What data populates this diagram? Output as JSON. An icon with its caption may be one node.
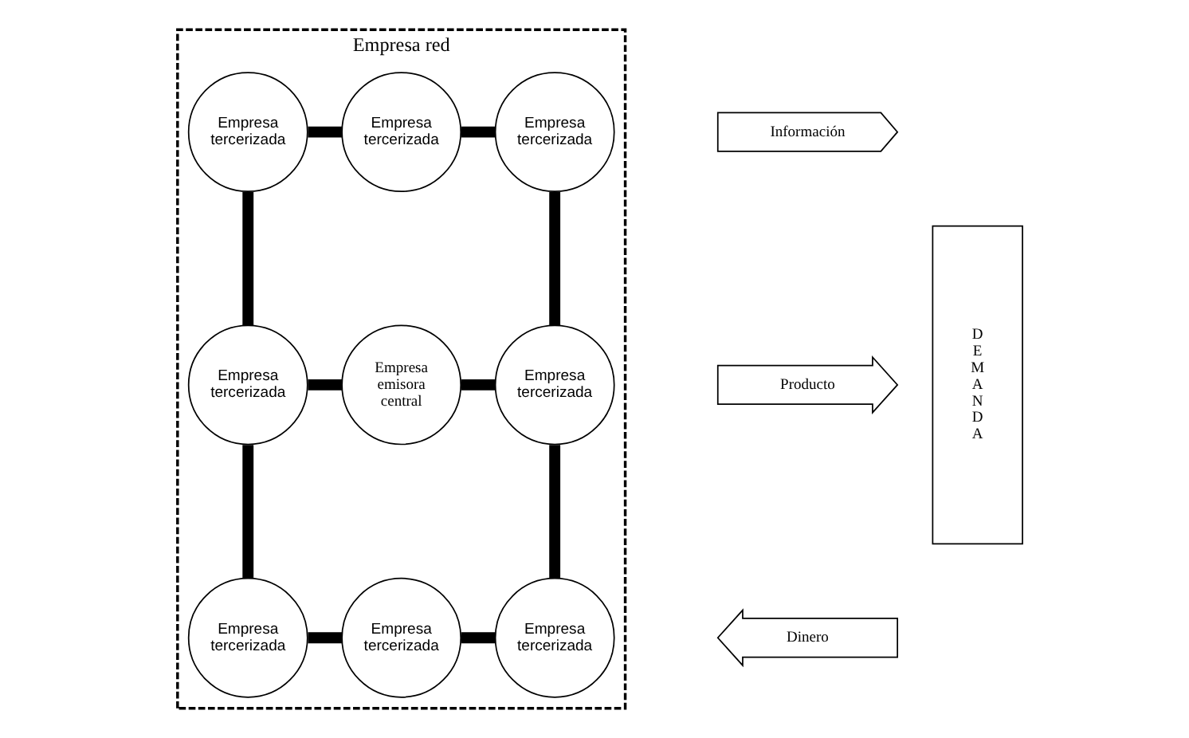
{
  "diagram": {
    "nodes": [
      {
        "text": [
          "Empresa red"
        ]
      },
      {
        "text": [
          "Empresa tercerizada"
        ],
        "in": 0
      },
      {
        "text": [
          "Empresa tercerizada"
        ],
        "in": 0
      },
      {
        "text": [
          "Empresa tercerizada"
        ],
        "in": 0
      },
      {
        "text": [
          "Empresa tercerizada"
        ],
        "in": 0
      },
      {
        "text": [
          "Empresa emisora central"
        ],
        "in": 0
      },
      {
        "text": [
          "Empresa tercerizada"
        ],
        "in": 0
      },
      {
        "text": [
          "Empresa tercerizada"
        ],
        "in": 0
      },
      {
        "text": [
          "Empresa tercerizada"
        ],
        "in": 0
      },
      {
        "text": [
          "Empresa tercerizada"
        ],
        "in": 0
      },
      {
        "text": [
          "Información"
        ]
      },
      {
        "text": [
          "Producto"
        ]
      },
      {
        "text": [
          "Dinero"
        ]
      },
      {
        "text": [
          "D E M A N D A"
        ]
      }
    ],
    "edges": [
      {
        "from": 1,
        "to": 2,
        "arrow": "none"
      },
      {
        "from": 2,
        "to": 3,
        "arrow": "none"
      },
      {
        "from": 1,
        "to": 4,
        "arrow": "none"
      },
      {
        "from": 3,
        "to": 6,
        "arrow": "none"
      },
      {
        "from": 4,
        "to": 5,
        "arrow": "none"
      },
      {
        "from": 5,
        "to": 6,
        "arrow": "none"
      },
      {
        "from": 4,
        "to": 7,
        "arrow": "none"
      },
      {
        "from": 6,
        "to": 9,
        "arrow": "none"
      },
      {
        "from": 7,
        "to": 8,
        "arrow": "none"
      },
      {
        "from": 8,
        "to": 9,
        "arrow": "none"
      }
    ]
  }
}
